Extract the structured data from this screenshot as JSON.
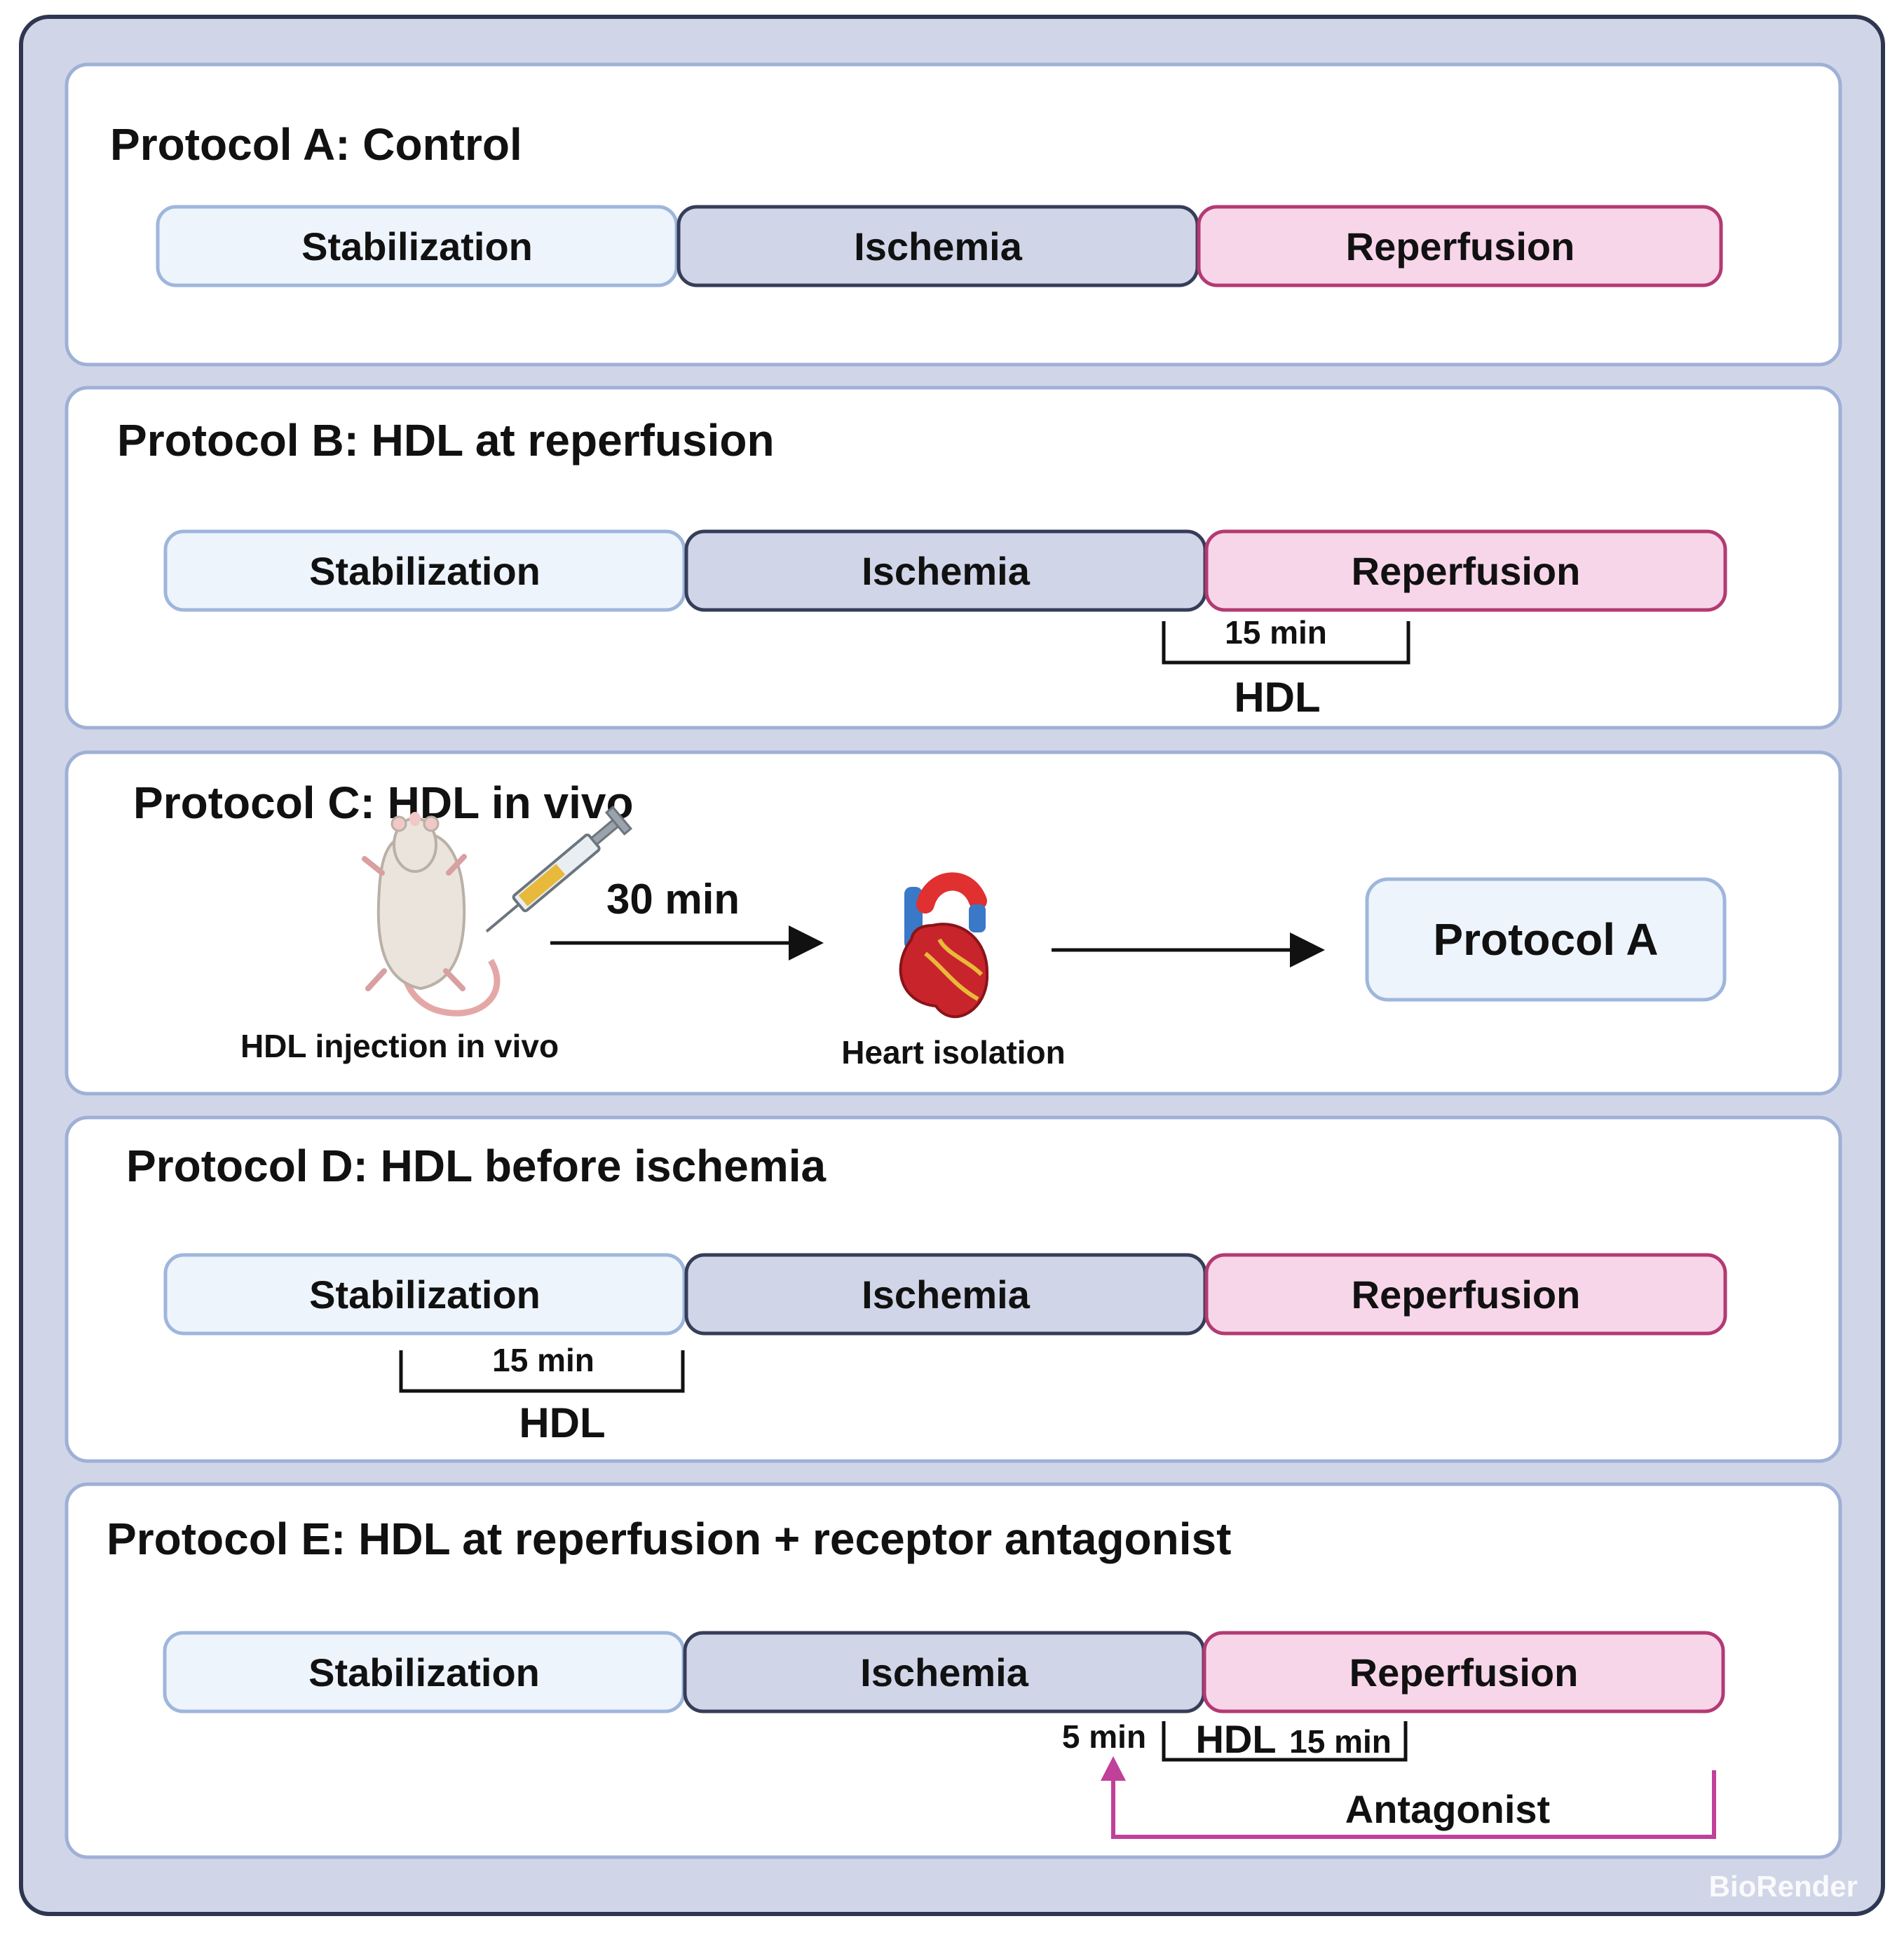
{
  "colors": {
    "frame_fill": "#d0d6e8",
    "frame_stroke": "#2e3650",
    "panel_stroke": "#9fb0d6",
    "stabilization_fill": "#eef4fc",
    "stabilization_stroke": "#9fb6dc",
    "ischemia_fill": "#d0d5e8",
    "ischemia_stroke": "#363d58",
    "reperfusion_fill": "#f7d6ea",
    "reperfusion_stroke": "#b33a72",
    "antagonist": "#c0409a"
  },
  "phases": {
    "stabilization": "Stabilization",
    "ischemia": "Ischemia",
    "reperfusion": "Reperfusion"
  },
  "protocol_a": {
    "title": "Protocol A: Control"
  },
  "protocol_b": {
    "title": "Protocol B: HDL at reperfusion",
    "duration": "15 min",
    "agent": "HDL"
  },
  "protocol_c": {
    "title": "Protocol C: HDL in vivo",
    "interval": "30 min",
    "injection_caption": "HDL injection in vivo",
    "heart_caption": "Heart isolation",
    "target": "Protocol A"
  },
  "protocol_d": {
    "title": "Protocol D: HDL before ischemia",
    "duration": "15 min",
    "agent": "HDL"
  },
  "protocol_e": {
    "title": "Protocol E: HDL at reperfusion + receptor antagonist",
    "pre_duration": "5 min",
    "agent": "HDL",
    "duration": "15 min",
    "antagonist": "Antagonist"
  },
  "watermark": "BioRender",
  "icons": [
    "rat-icon",
    "syringe-icon",
    "heart-icon"
  ]
}
